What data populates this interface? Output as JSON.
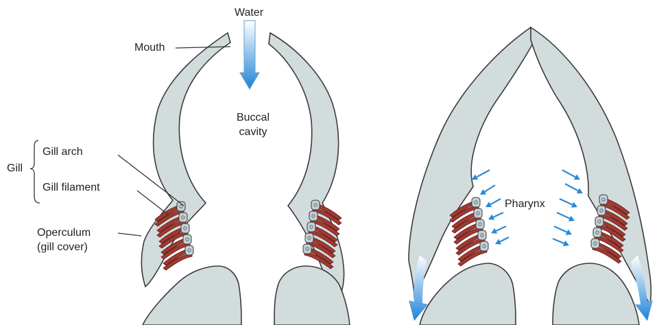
{
  "labels": {
    "water": "Water",
    "mouth": "Mouth",
    "buccal_cavity_line1": "Buccal",
    "buccal_cavity_line2": "cavity",
    "gill": "Gill",
    "gill_arch": "Gill arch",
    "gill_filament": "Gill filament",
    "operculum_line1": "Operculum",
    "operculum_line2": "(gill cover)",
    "pharynx": "Pharynx"
  },
  "colors": {
    "tissue_fill": "#d3dcdc",
    "tissue_outline": "#3a3a3a",
    "filament_fill": "#a03a32",
    "filament_stripe": "#5a1c18",
    "arch_fill": "#c3d0d6",
    "water_arrow_top": "#ffffff",
    "water_arrow_bottom": "#1f83d6",
    "label_text": "#222222",
    "leader_line": "#333333"
  }
}
